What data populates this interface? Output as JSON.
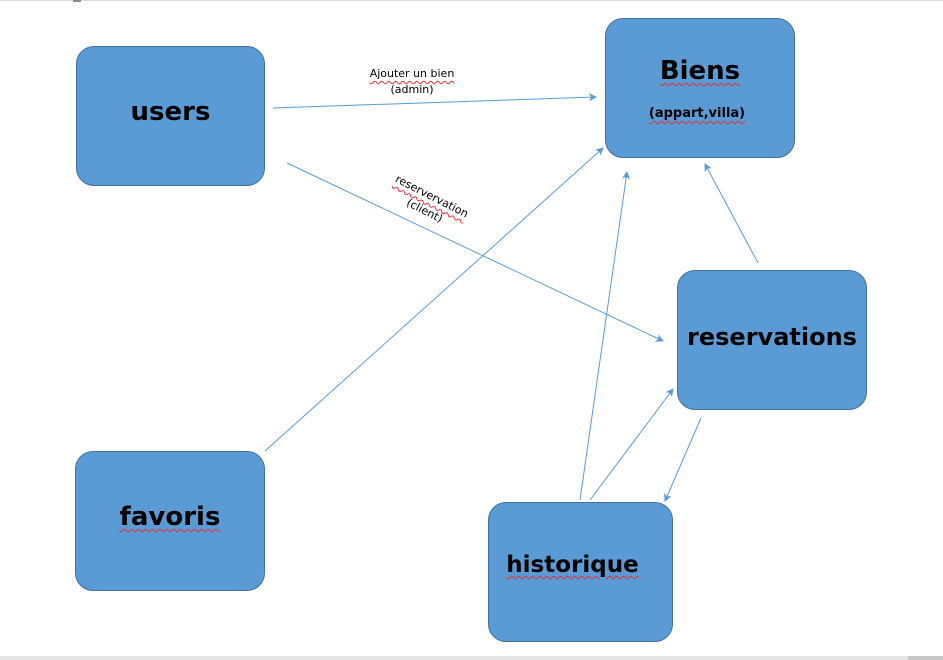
{
  "nodes": {
    "users": {
      "label": "users"
    },
    "biens": {
      "label": "Biens",
      "sublabel": "(appart,villa)"
    },
    "reservations": {
      "label": "reservations"
    },
    "favoris": {
      "label": "favoris"
    },
    "historique": {
      "label": "historique"
    }
  },
  "edges": {
    "ajouter": {
      "line1": "Ajouter un bien",
      "line2": "(admin)"
    },
    "reservation": {
      "line1": "reservervation",
      "line2": "(client)"
    }
  },
  "colors": {
    "node_fill": "#5b9bd5",
    "node_border": "#41719c",
    "edge": "#5b9bd5"
  }
}
